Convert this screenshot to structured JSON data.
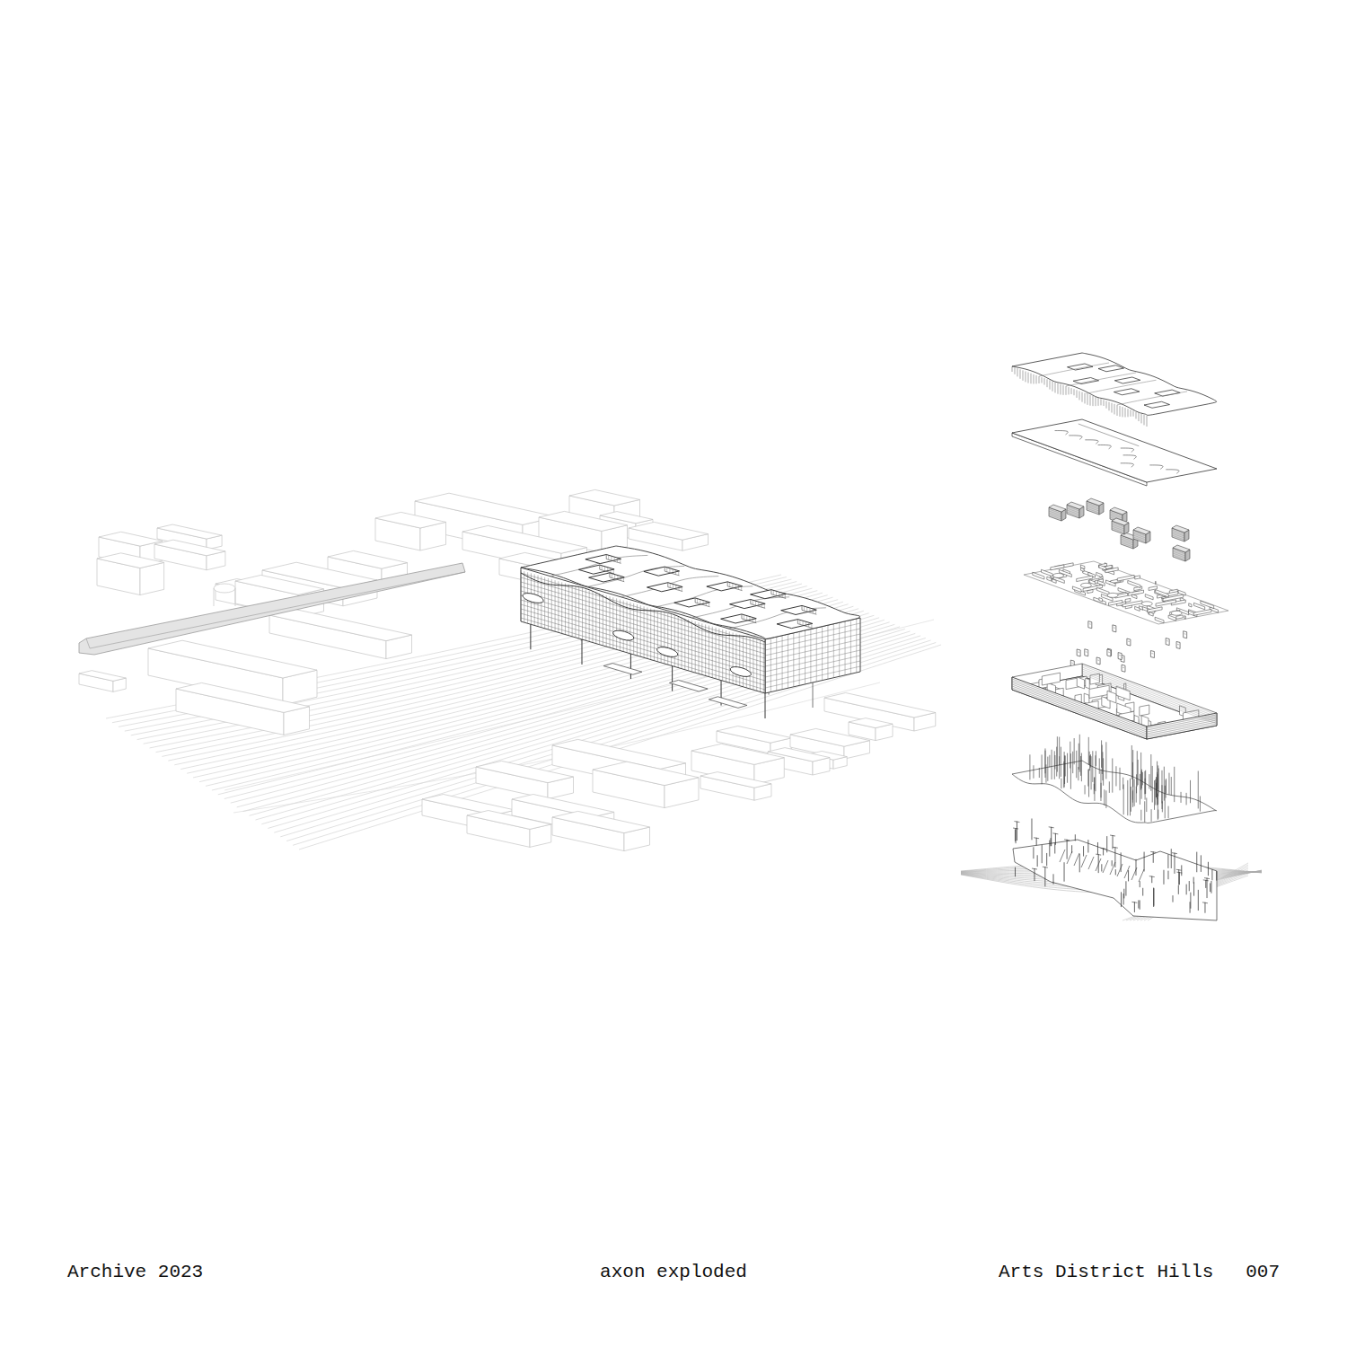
{
  "diagram": {
    "labels": [
      "Archive 2023",
      "axon exploded",
      "Arts District Hills",
      "007"
    ]
  }
}
